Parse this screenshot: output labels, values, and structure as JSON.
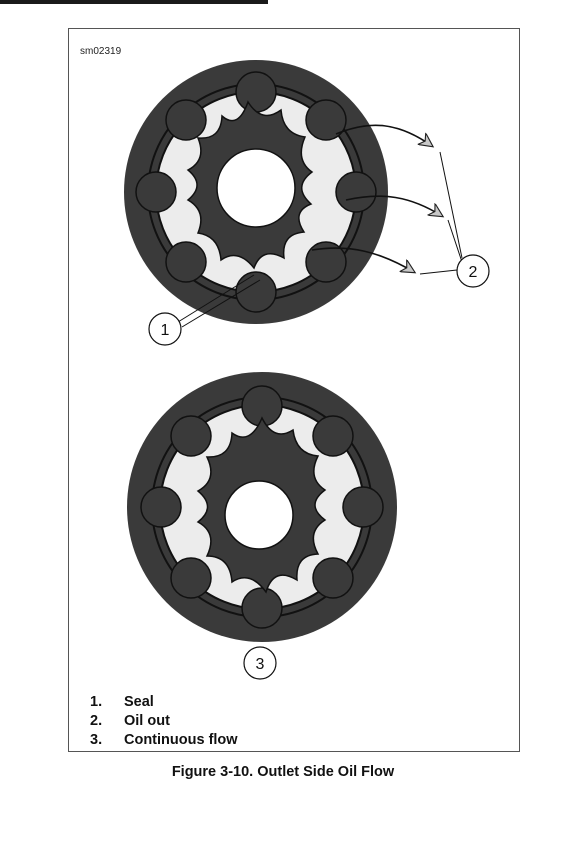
{
  "figure_code": "sm02319",
  "callouts": {
    "seal": "1",
    "oil_out": "2",
    "continuous_flow": "3"
  },
  "legend": [
    {
      "num": "1.",
      "label": "Seal"
    },
    {
      "num": "2.",
      "label": "Oil out"
    },
    {
      "num": "3.",
      "label": "Continuous flow"
    }
  ],
  "caption": "Figure 3-10. Outlet Side Oil Flow"
}
